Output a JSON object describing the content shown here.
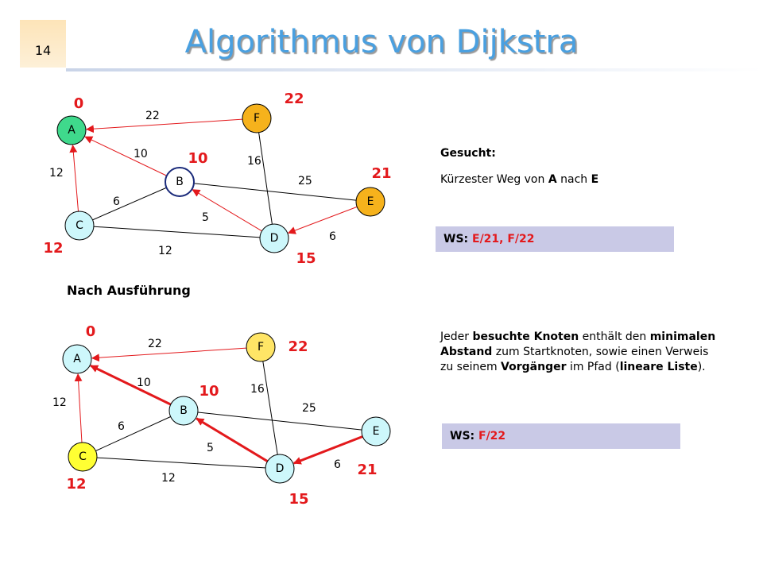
{
  "slide": {
    "page_number": "14",
    "title": "Algorithmus von Dijkstra"
  },
  "colors": {
    "title": "#4aa0e0",
    "distance": "#e3191c",
    "node_start": "#3fd98c",
    "node_light": "#cdf7fb",
    "node_f": "#f6b21c",
    "node_f_after": "#ffe566",
    "node_e": "#f6b21c",
    "node_c_after": "#ffff33",
    "node_b_before": "#ffffff",
    "ws_box": "#c9c9e6"
  },
  "graph_before": {
    "nodes": [
      {
        "id": "A",
        "label": "A",
        "distance": "0"
      },
      {
        "id": "B",
        "label": "B",
        "distance": "10"
      },
      {
        "id": "C",
        "label": "C",
        "distance": "12"
      },
      {
        "id": "D",
        "label": "D",
        "distance": "15"
      },
      {
        "id": "E",
        "label": "E",
        "distance": "21"
      },
      {
        "id": "F",
        "label": "F",
        "distance": "22"
      }
    ],
    "edges": [
      {
        "from": "F",
        "to": "A",
        "weight": "22",
        "red": true,
        "arrow": true
      },
      {
        "from": "B",
        "to": "A",
        "weight": "10",
        "red": true,
        "arrow": true
      },
      {
        "from": "C",
        "to": "A",
        "weight": "12",
        "red": true,
        "arrow": true
      },
      {
        "from": "B",
        "to": "C",
        "weight": "6",
        "red": false,
        "arrow": false
      },
      {
        "from": "D",
        "to": "B",
        "weight": "5",
        "red": true,
        "arrow": true
      },
      {
        "from": "B",
        "to": "E",
        "weight": "25",
        "red": false,
        "arrow": false
      },
      {
        "from": "F",
        "to": "D",
        "weight": "16",
        "red": false,
        "arrow": false
      },
      {
        "from": "E",
        "to": "D",
        "weight": "6",
        "red": true,
        "arrow": true
      },
      {
        "from": "C",
        "to": "D",
        "weight": "12",
        "red": false,
        "arrow": false
      }
    ]
  },
  "graph_after": {
    "heading": "Nach Ausführung",
    "nodes": [
      {
        "id": "A",
        "label": "A",
        "distance": "0"
      },
      {
        "id": "B",
        "label": "B",
        "distance": "10"
      },
      {
        "id": "C",
        "label": "C",
        "distance": "12"
      },
      {
        "id": "D",
        "label": "D",
        "distance": "15"
      },
      {
        "id": "E",
        "label": "E",
        "distance": "21"
      },
      {
        "id": "F",
        "label": "F",
        "distance": "22"
      }
    ],
    "edges": [
      {
        "from": "F",
        "to": "A",
        "weight": "22",
        "red": true,
        "arrow": true
      },
      {
        "from": "B",
        "to": "A",
        "weight": "10",
        "red": true,
        "arrow": true,
        "bold": true
      },
      {
        "from": "C",
        "to": "A",
        "weight": "12",
        "red": true,
        "arrow": true
      },
      {
        "from": "B",
        "to": "C",
        "weight": "6",
        "red": false,
        "arrow": false
      },
      {
        "from": "D",
        "to": "B",
        "weight": "5",
        "red": true,
        "arrow": true,
        "bold": true
      },
      {
        "from": "B",
        "to": "E",
        "weight": "25",
        "red": false,
        "arrow": false
      },
      {
        "from": "F",
        "to": "D",
        "weight": "16",
        "red": false,
        "arrow": false
      },
      {
        "from": "E",
        "to": "D",
        "weight": "6",
        "red": true,
        "arrow": true,
        "bold": true
      },
      {
        "from": "C",
        "to": "D",
        "weight": "12",
        "red": false,
        "arrow": false
      }
    ]
  },
  "search": {
    "heading": "Gesucht:",
    "prefix": "Kürzester Weg von ",
    "from": "A",
    "middle": " nach ",
    "to": "E"
  },
  "ws_before": {
    "label": "WS: ",
    "value": "E/21, F/22"
  },
  "ws_after": {
    "label": "WS: ",
    "value": "F/22"
  },
  "explanation": {
    "t1": "Jeder ",
    "b1": "besuchte Knoten",
    "t2": " enthält den ",
    "b2": "minimalen Abstand",
    "t3": " zum Startknoten, sowie einen Verweis zu seinem ",
    "b3": "Vorgänger",
    "t4": " im Pfad (",
    "b4": "lineare Liste",
    "t5": ")."
  }
}
